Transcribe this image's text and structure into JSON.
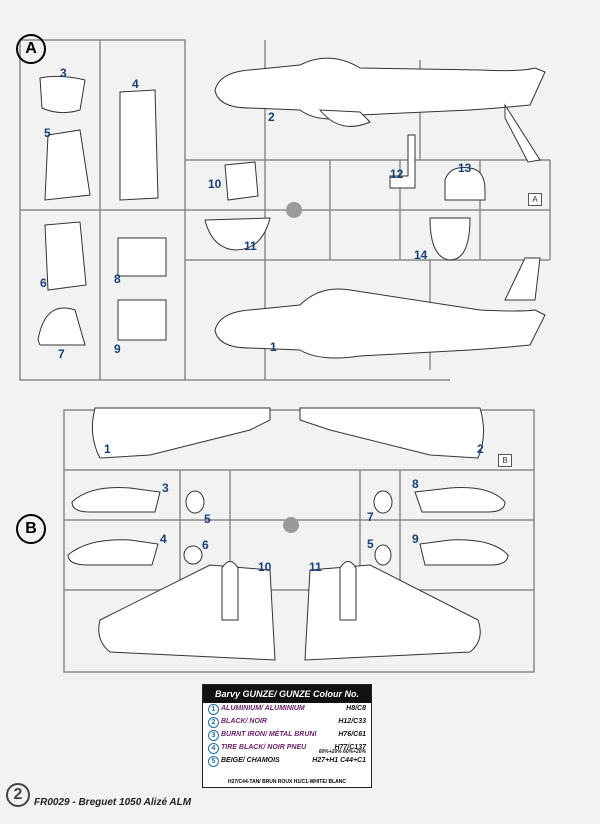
{
  "sprues": {
    "a_label": "A",
    "b_label": "B",
    "a_flag": "A",
    "b_flag": "B"
  },
  "parts_a": {
    "p1": "1",
    "p2": "2",
    "p3": "3",
    "p4": "4",
    "p5": "5",
    "p6": "6",
    "p7": "7",
    "p8": "8",
    "p9": "9",
    "p10": "10",
    "p11": "11",
    "p12": "12",
    "p13": "13",
    "p14": "14"
  },
  "parts_b": {
    "l1": "1",
    "l3": "3",
    "l4": "4",
    "l5": "5",
    "l6": "6",
    "l10": "10",
    "r2": "2",
    "r8": "8",
    "r9": "9",
    "r7": "7",
    "r5": "5",
    "r11": "11"
  },
  "legend": {
    "title": "Barvy GUNZE/ GUNZE Colour No.",
    "rows": [
      {
        "idx": "1",
        "name": "ALUMINIUM/ ALUMINIUM",
        "code": "H8/C8",
        "color": "#6a1f6e"
      },
      {
        "idx": "2",
        "name": "BLACK/ NOIR",
        "code": "H12/C33",
        "color": "#6a1f6e"
      },
      {
        "idx": "3",
        "name": "BURNT IRON/ MÉTAL BRUNI",
        "code": "H76/C61",
        "color": "#6a1f6e"
      },
      {
        "idx": "4",
        "name": "TIRE BLACK/ NOIR PNEU",
        "code": "H77/C137",
        "color": "#6a1f6e"
      },
      {
        "idx": "5",
        "name": "BEIGE/ CHAMOIS",
        "code": "H27+H1  C44+C1",
        "color": "#111111"
      }
    ],
    "mix": "60%+20%   60%+20%",
    "footnote": "H27/C44-TAN/ BRUN ROUX   H1/C1-WHITE/ BLANC"
  },
  "footer": {
    "page_number": "2",
    "title": "FR0029 - Breguet 1050 Alizé ALM"
  }
}
